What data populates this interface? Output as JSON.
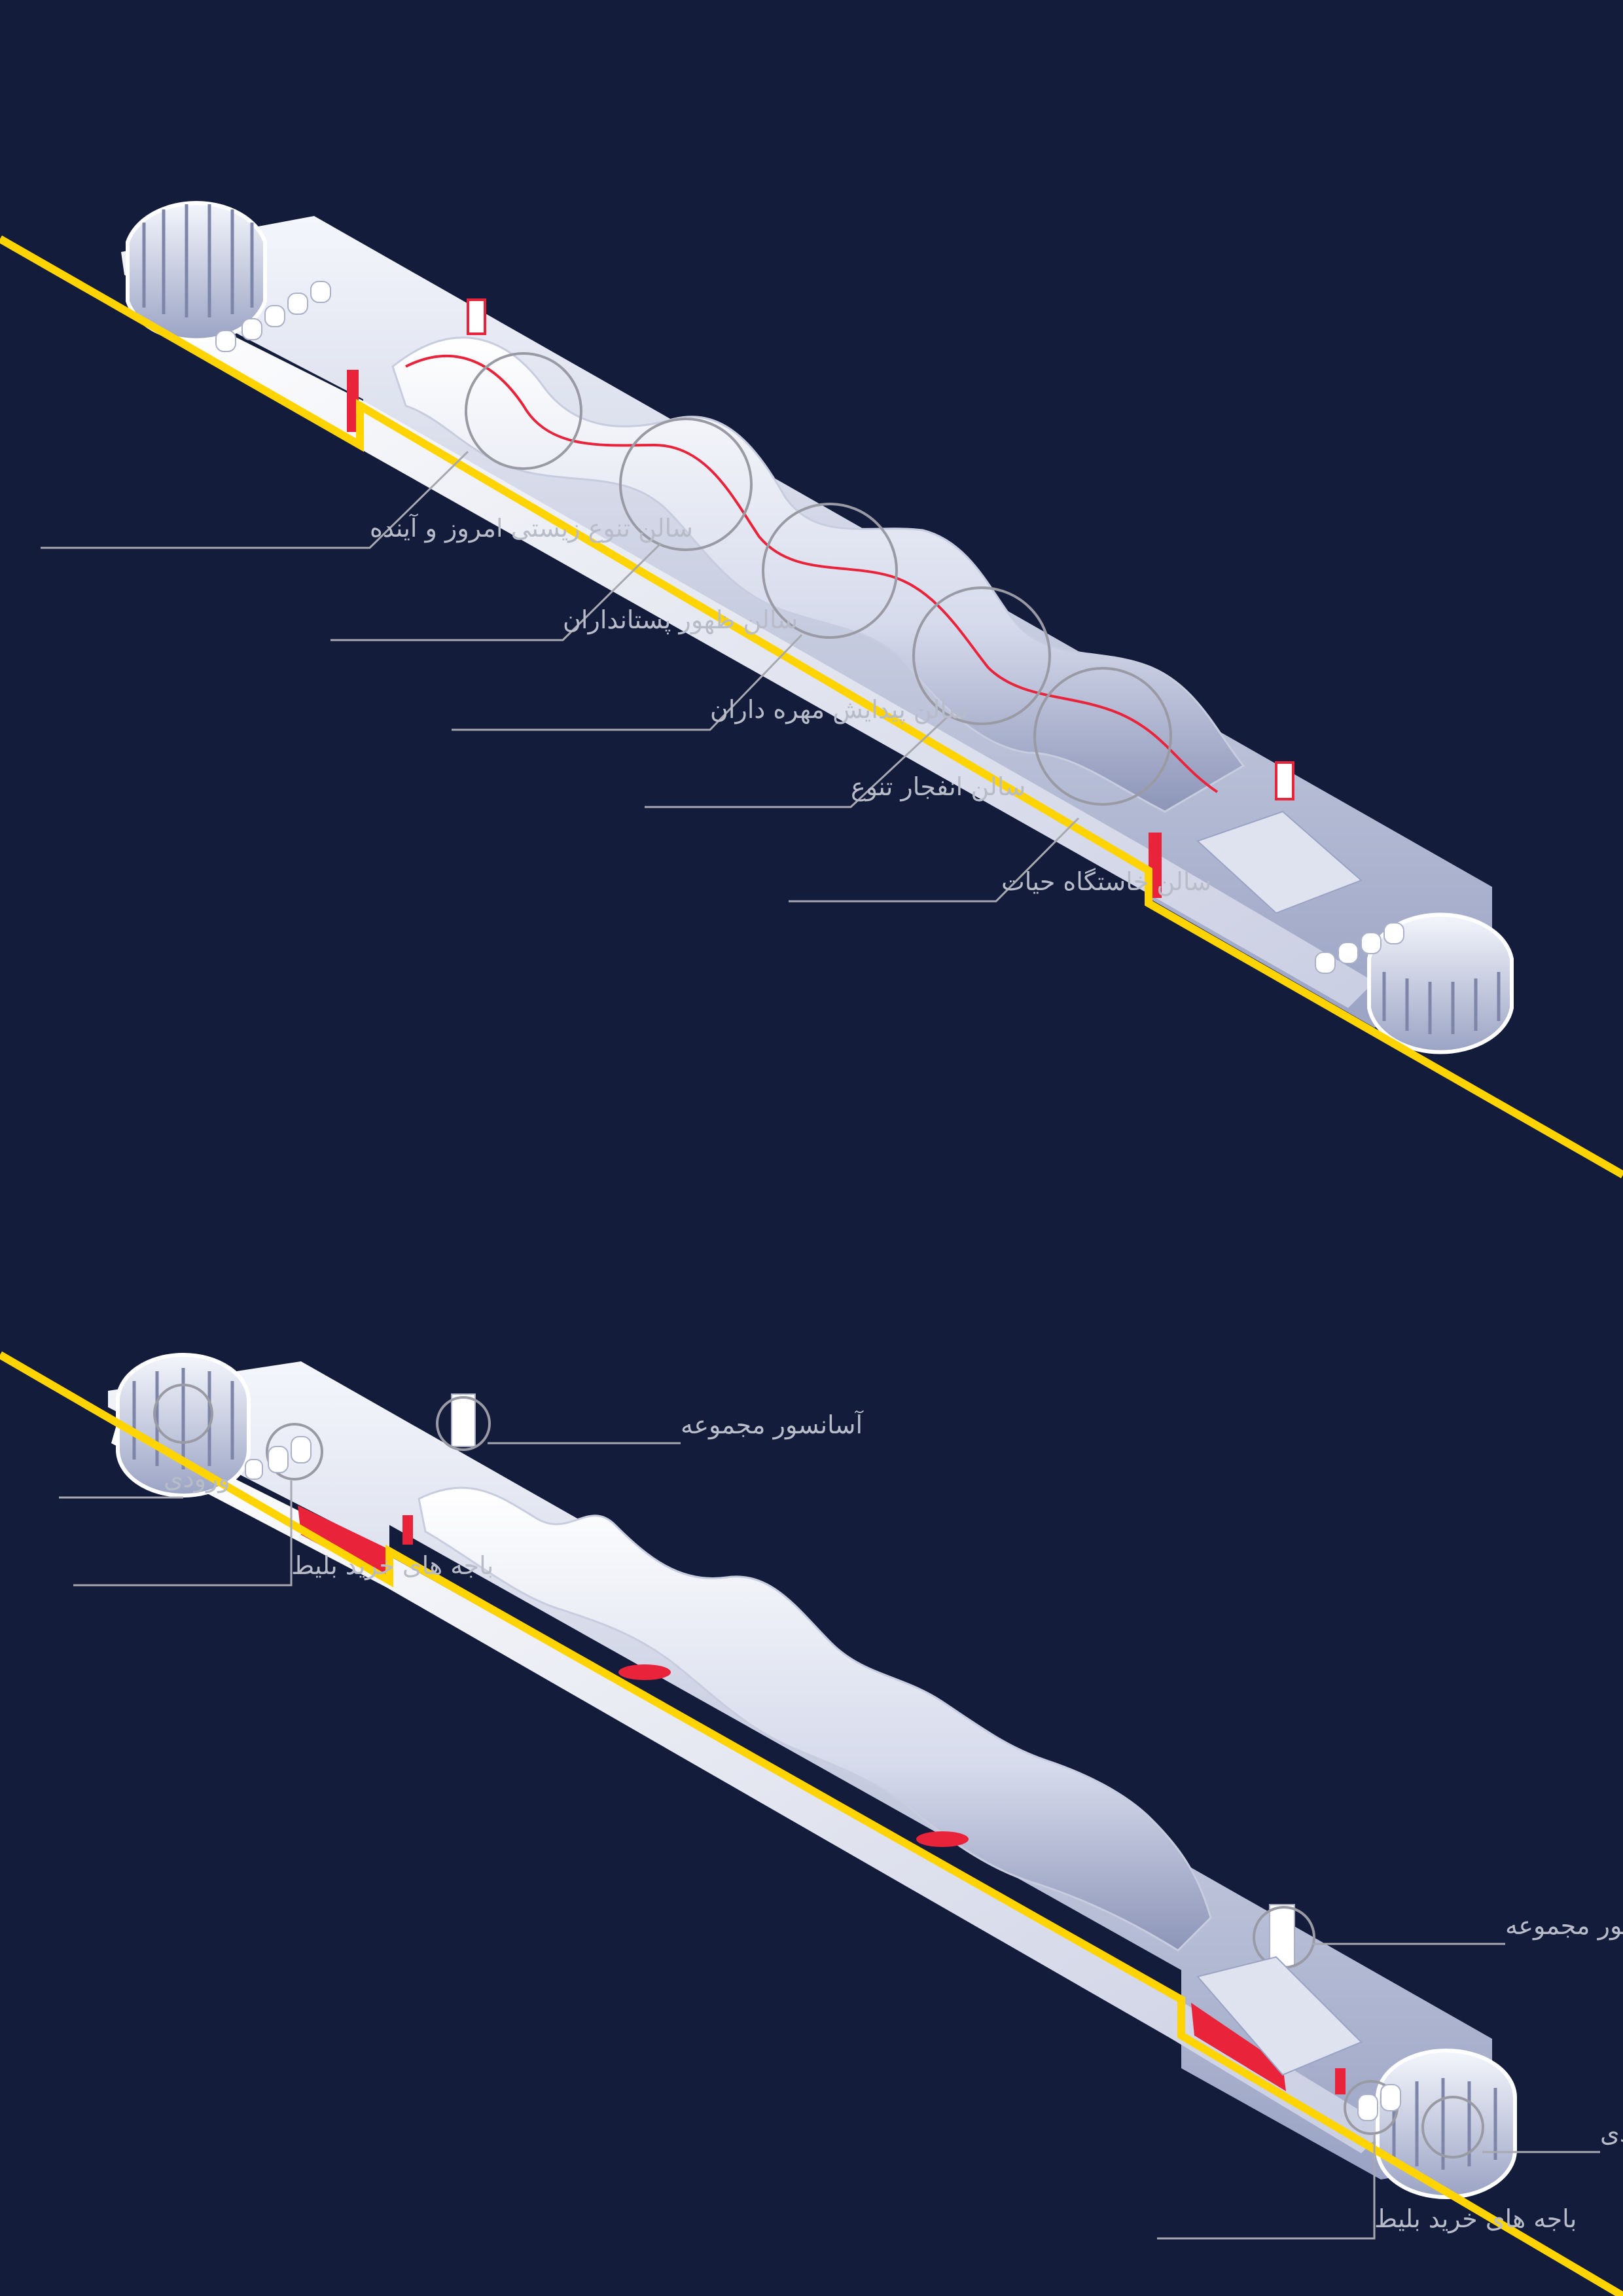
{
  "colors": {
    "background": "#141c3c",
    "ground_line": "#ffd400",
    "accent_red": "#e8233a",
    "structure": "#dfe3f0",
    "leader_line": "#a8a8b0",
    "label_text": "#b8bcc8"
  },
  "top_diagram": {
    "labels": [
      "سالن تنوع زیستی امروز و آینده",
      "سالن ظهور پستانداران",
      "سالن پیدایش مهره داران",
      "سالن انفجار تنوع",
      "سالن خاستگاه حیات"
    ]
  },
  "bottom_diagram": {
    "labels": {
      "elevator_left": "آسانسور مجموعه",
      "entrance_left": "ورودی",
      "tickets_left": "باجه های خرید بلیط",
      "elevator_right": "آسانسور مجموعه",
      "entrance_right": "ورودی",
      "tickets_right": "باجه های خرید بلیط"
    }
  }
}
